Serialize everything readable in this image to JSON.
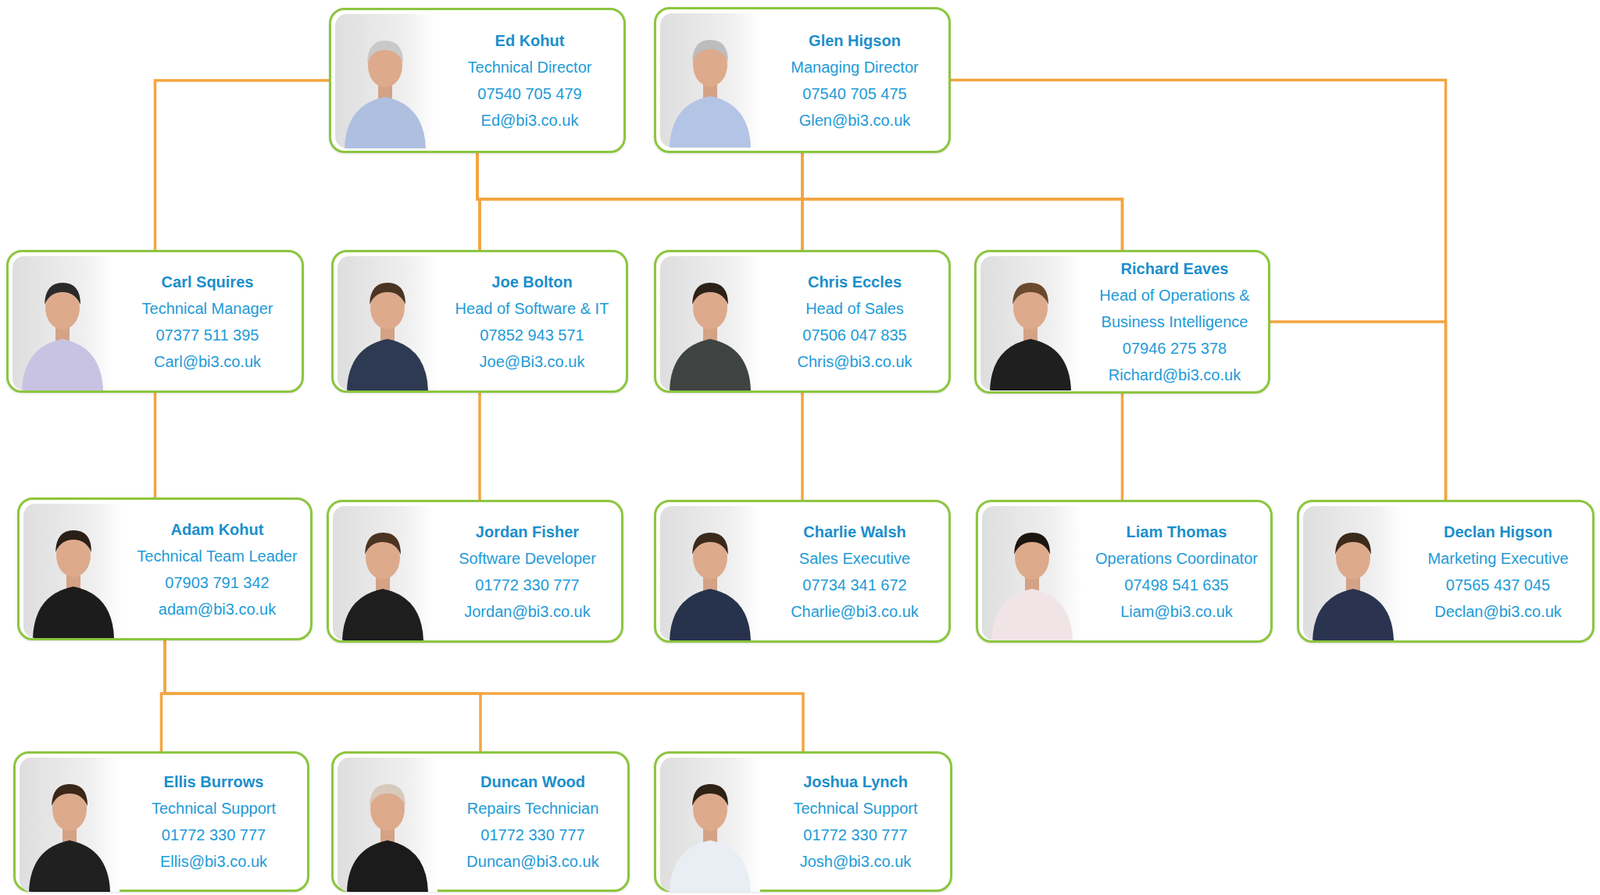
{
  "diagram": {
    "nodes": [
      {
        "text": [
          "Ed Kohut",
          "Technical Director",
          "07540 705 479",
          "Ed@bi3.co.uk"
        ]
      },
      {
        "text": [
          "Glen Higson",
          "Managing Director",
          "07540 705 475",
          "Glen@bi3.co.uk"
        ]
      },
      {
        "text": [
          "Carl Squires",
          "Technical Manager",
          "07377 511 395",
          "Carl@bi3.co.uk"
        ]
      },
      {
        "text": [
          "Joe Bolton",
          "Head of Software & IT",
          "07852 943 571",
          "Joe@Bi3.co.uk"
        ]
      },
      {
        "text": [
          "Chris Eccles",
          "Head of Sales",
          "07506 047 835",
          "Chris@bi3.co.uk"
        ]
      },
      {
        "text": [
          "Richard Eaves",
          "Head of Operations & Business Intelligence",
          "07946 275 378",
          "Richard@bi3.co.uk"
        ]
      },
      {
        "text": [
          "Adam Kohut",
          "Technical Team Leader",
          "07903 791 342",
          "adam@bi3.co.uk"
        ]
      },
      {
        "text": [
          "Jordan Fisher",
          "Software Developer",
          "01772 330 777",
          "Jordan@bi3.co.uk"
        ]
      },
      {
        "text": [
          "Charlie Walsh",
          "Sales Executive",
          "07734 341 672",
          "Charlie@bi3.co.uk"
        ]
      },
      {
        "text": [
          "Liam Thomas",
          "Operations Coordinator",
          "07498 541 635",
          "Liam@bi3.co.uk"
        ]
      },
      {
        "text": [
          "Declan Higson",
          "Marketing Executive",
          "07565 437 045",
          "Declan@bi3.co.uk"
        ]
      },
      {
        "text": [
          "Ellis Burrows",
          "Technical Support",
          "01772 330 777",
          "Ellis@bi3.co.uk"
        ]
      },
      {
        "text": [
          "Duncan Wood",
          "Repairs Technician",
          "01772 330 777",
          "Duncan@bi3.co.uk"
        ]
      },
      {
        "text": [
          "Joshua Lynch",
          "Technical Support",
          "01772 330 777",
          "Josh@bi3.co.uk"
        ]
      }
    ],
    "edges": [
      {
        "from": 0,
        "to": 2,
        "arrow": "none"
      },
      {
        "from": 0,
        "to": 3,
        "arrow": "none"
      },
      {
        "from": 0,
        "to": 4,
        "arrow": "none"
      },
      {
        "from": 0,
        "to": 5,
        "arrow": "none"
      },
      {
        "from": 1,
        "to": 3,
        "arrow": "none"
      },
      {
        "from": 1,
        "to": 4,
        "arrow": "none"
      },
      {
        "from": 1,
        "to": 5,
        "arrow": "none"
      },
      {
        "from": 1,
        "to": 10,
        "arrow": "none"
      },
      {
        "from": 5,
        "to": 10,
        "arrow": "none"
      },
      {
        "from": 2,
        "to": 6,
        "arrow": "none"
      },
      {
        "from": 3,
        "to": 7,
        "arrow": "none"
      },
      {
        "from": 4,
        "to": 8,
        "arrow": "none"
      },
      {
        "from": 5,
        "to": 9,
        "arrow": "none"
      },
      {
        "from": 6,
        "to": 11,
        "arrow": "none"
      },
      {
        "from": 6,
        "to": 12,
        "arrow": "none"
      },
      {
        "from": 6,
        "to": 13,
        "arrow": "none"
      }
    ]
  }
}
